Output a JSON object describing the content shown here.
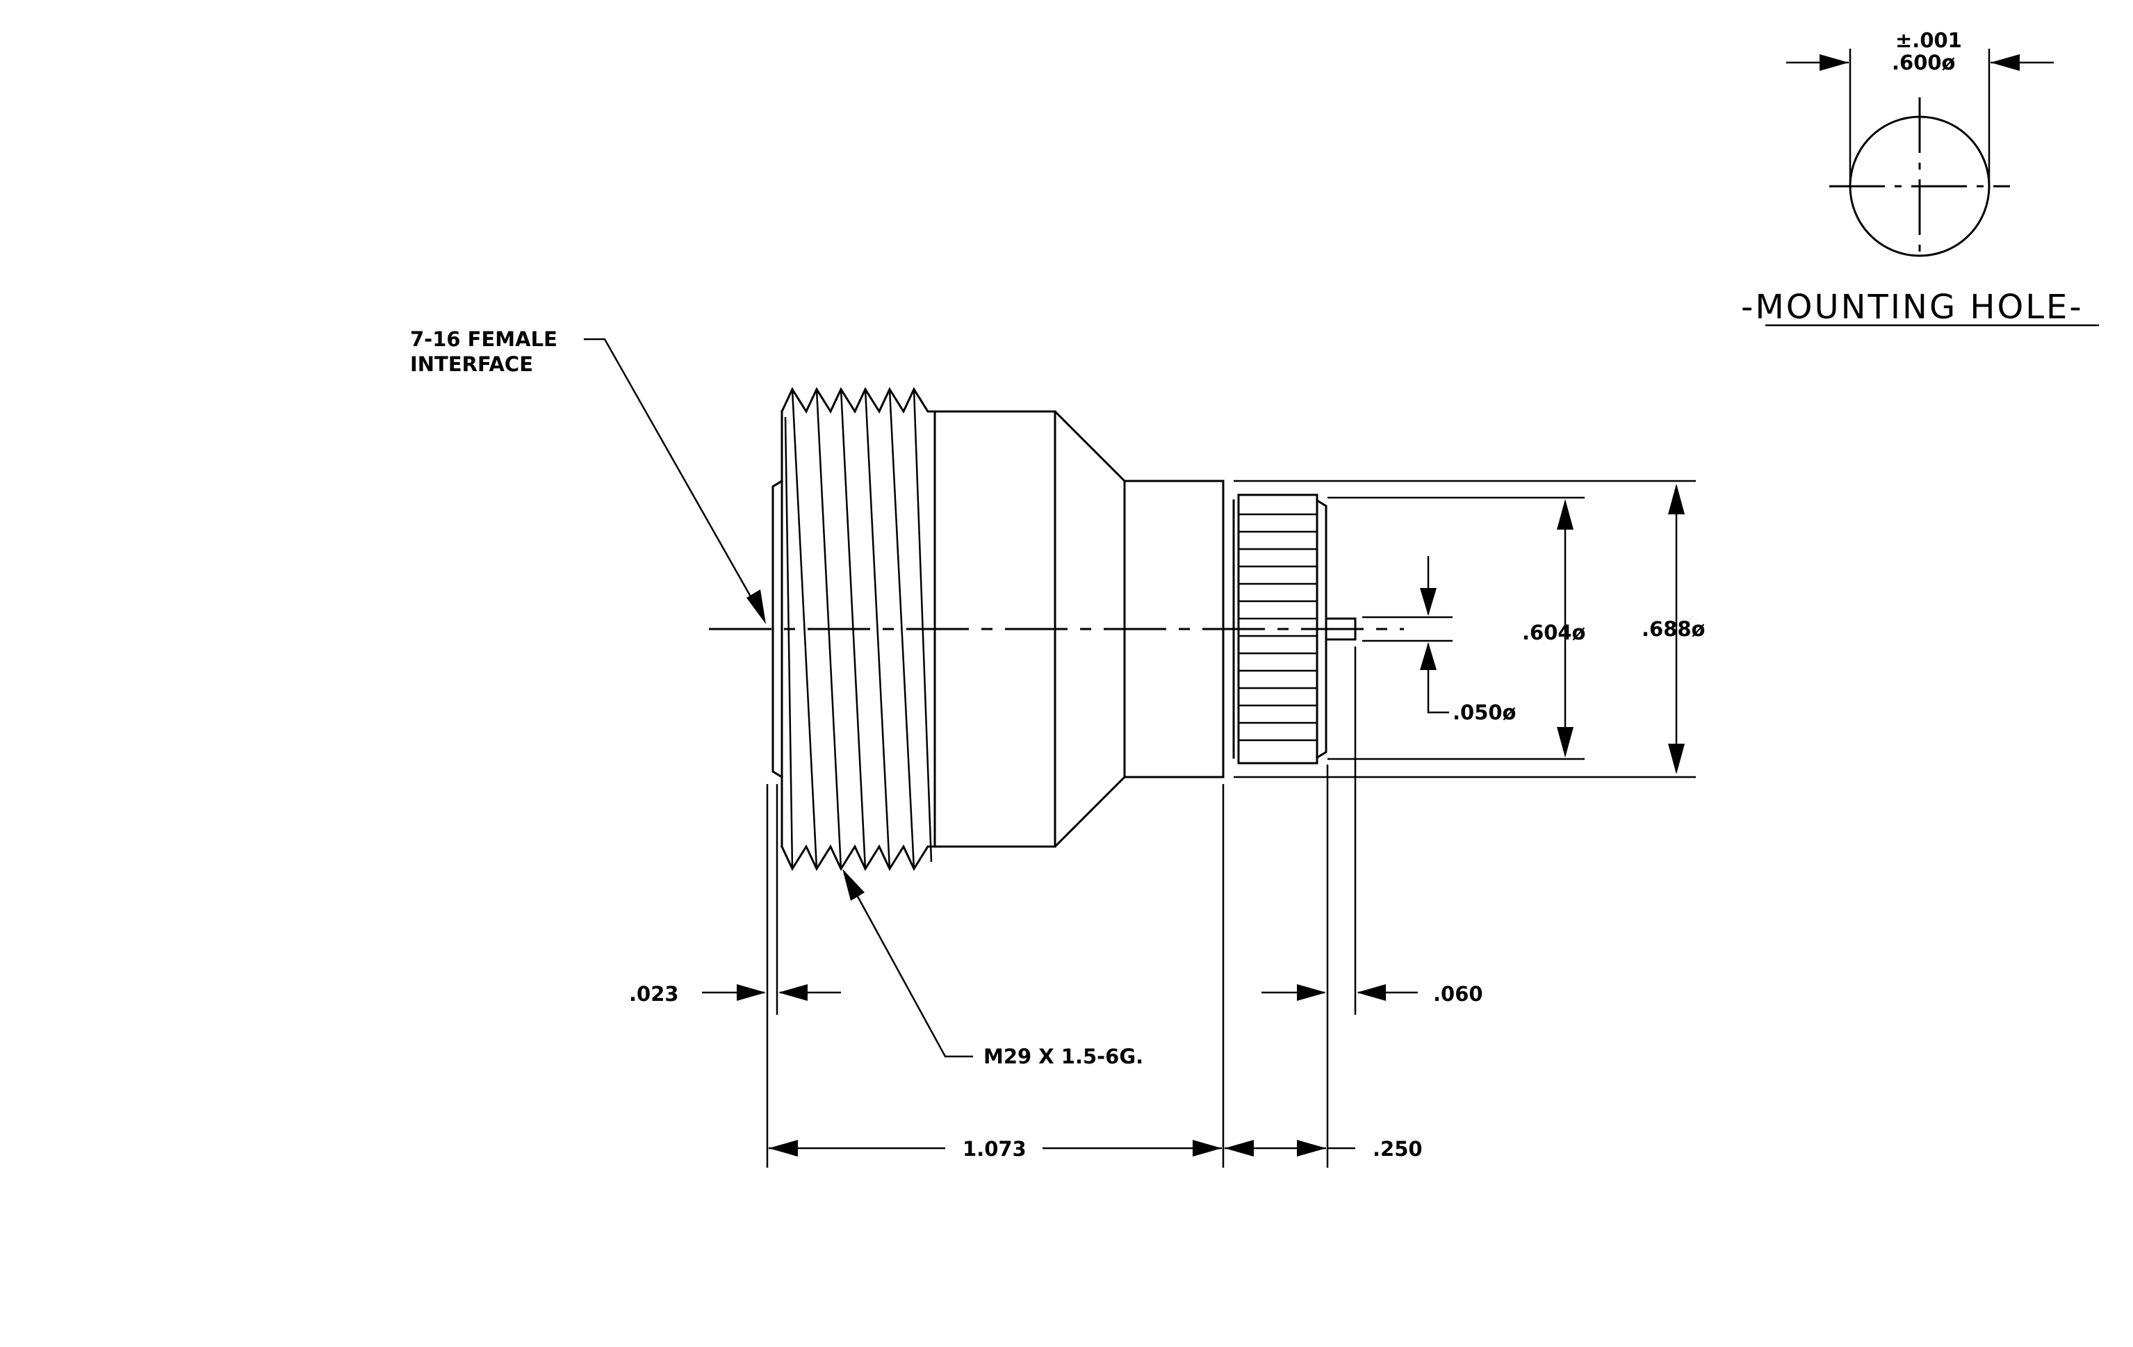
{
  "labels": {
    "interface": [
      "7-16 FEMALE",
      "INTERFACE"
    ],
    "thread": "M29 X 1.5-6G.",
    "dim_023": ".023",
    "dim_060": ".060",
    "dim_1073": "1.073",
    "dim_250": ".250",
    "dim_050": ".050ø",
    "dim_604": ".604ø",
    "dim_688": ".688ø",
    "hole_tol": "±.001",
    "hole_dia": ".600ø",
    "hole_title": "-MOUNTING HOLE-"
  }
}
